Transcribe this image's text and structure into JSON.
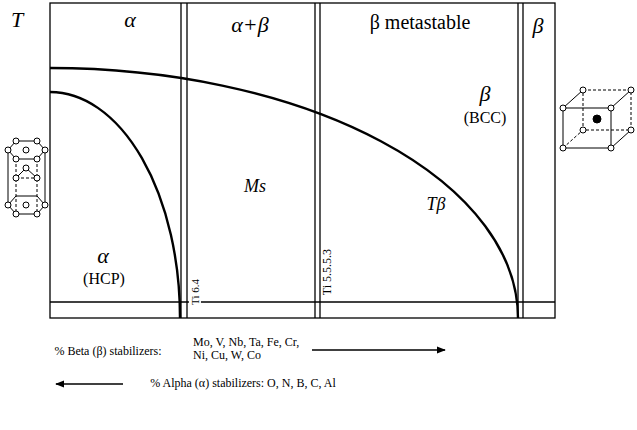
{
  "diagram": {
    "labels": [
      "T",
      "α",
      "α+β",
      "β metastable",
      "β",
      "β",
      "(BCC)",
      "α",
      "(HCP)",
      "Ms",
      "Tβ",
      "Ti 6.4",
      "Ti 5.5.5.3",
      "% Beta (β) stabilizers:",
      "Mo, V, Nb, Ta, Fe, Cr, Ni, Cu, W, Co",
      "% Alpha (α) stabilizers: O, N, B, C, Al"
    ]
  }
}
